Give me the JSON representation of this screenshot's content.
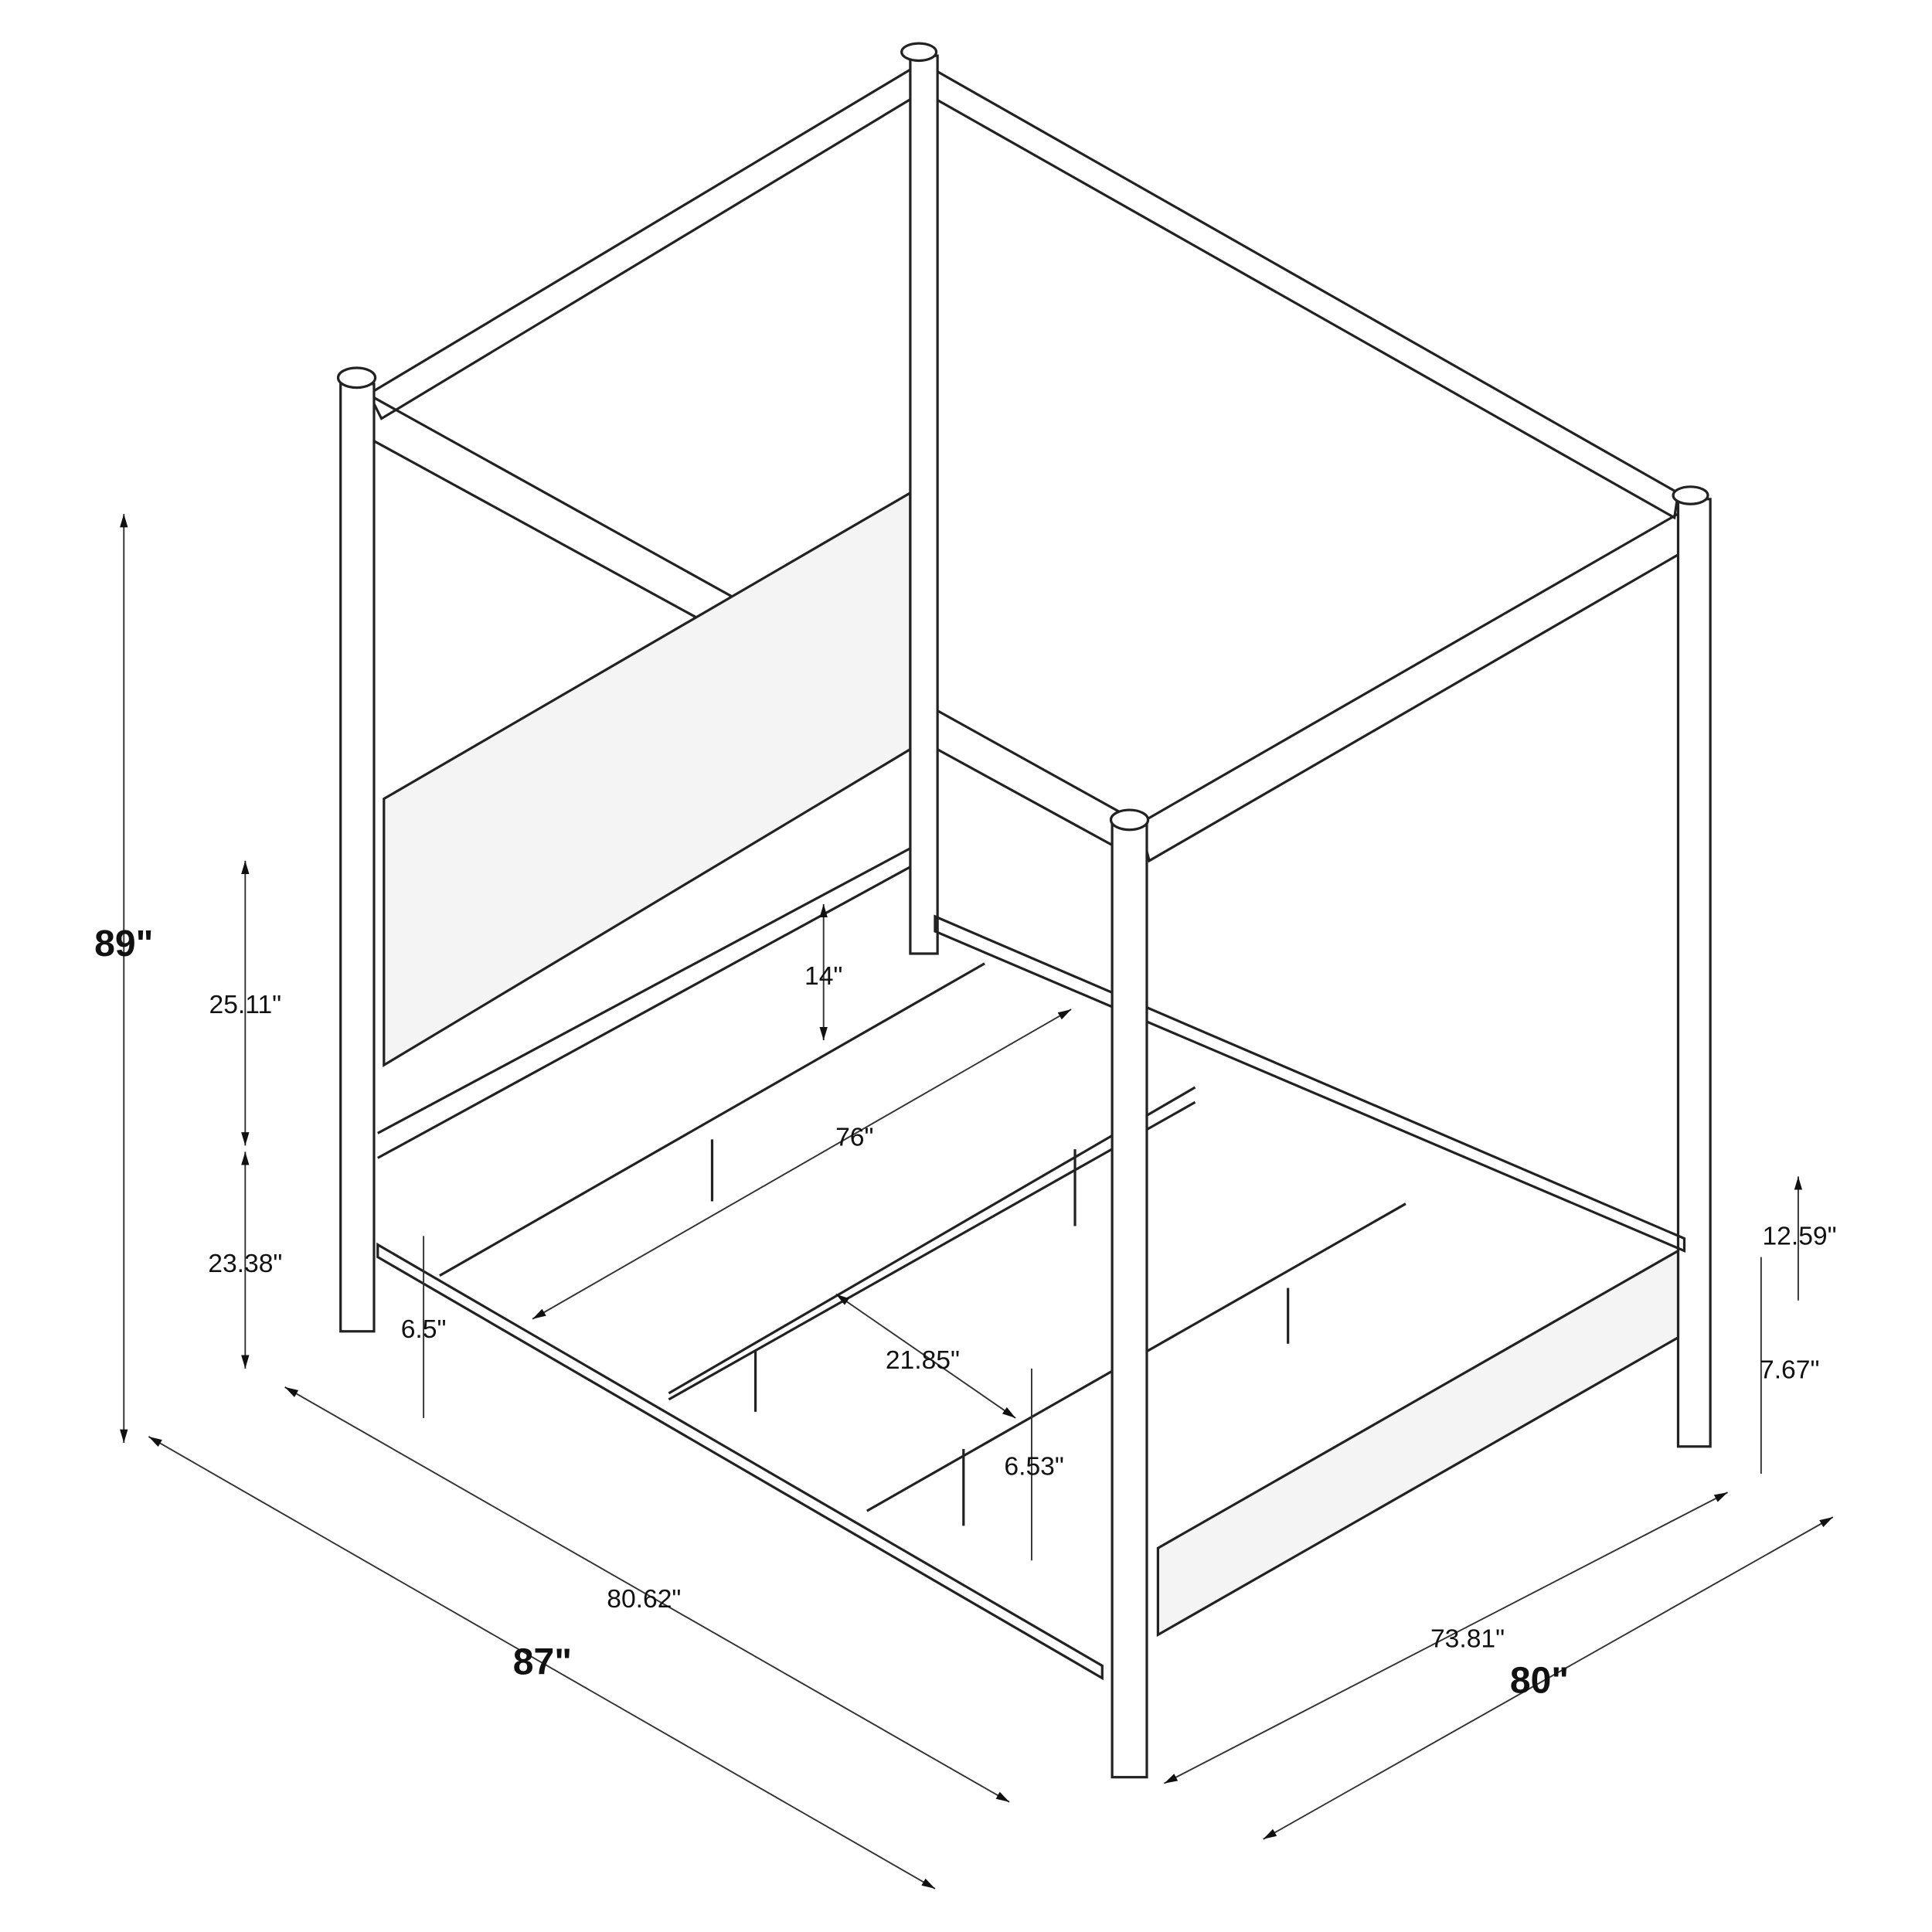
{
  "diagram": {
    "overall_height": "89\"",
    "headboard_panel_height": "25.11\"",
    "headboard_clearance": "23.38\"",
    "rail_height": "14\"",
    "interior_length": "76\"",
    "side_rail_clearance": "6.5\"",
    "slat_spacing": "21.85\"",
    "slat_clearance": "6.53\"",
    "inner_length": "80.62\"",
    "overall_length": "87\"",
    "inner_width": "73.81\"",
    "overall_width": "80\"",
    "footboard_panel_height": "12.59\"",
    "footboard_clearance": "7.67\""
  }
}
